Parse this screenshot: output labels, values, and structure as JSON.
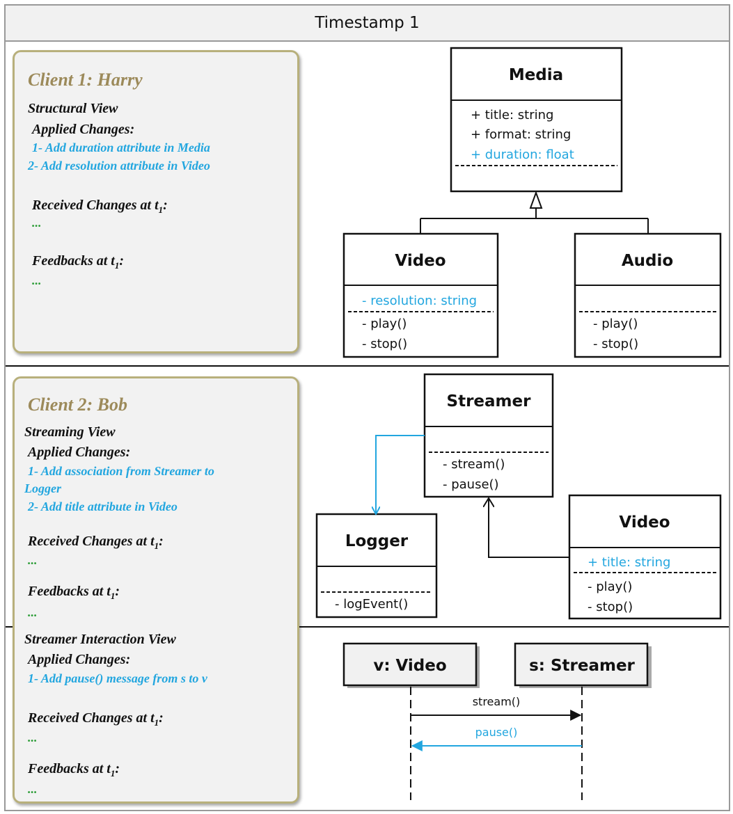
{
  "header": {
    "title": "Timestamp 1"
  },
  "panel1": {
    "client": "Client 1: Harry",
    "view": "Structural View",
    "applied_label": "Applied Changes:",
    "changes": [
      "1- Add duration attribute in Media",
      "2- Add resolution attribute in Video"
    ],
    "received_label": "Received Changes at t",
    "feedback_label": "Feedbacks at t",
    "subscript": "1",
    "colon": ":",
    "dots": "..."
  },
  "panel2": {
    "client": "Client 2: Bob",
    "view": "Streaming View",
    "applied_label": "Applied Changes:",
    "changes": [
      "1- Add association from Streamer to",
      "Logger",
      "2- Add title attribute in Video"
    ],
    "received_label": "Received Changes at t",
    "feedback_label": "Feedbacks at t",
    "subscript": "1",
    "colon": ":",
    "dots": "..."
  },
  "panel3": {
    "view": "Streamer Interaction View",
    "applied_label": "Applied Changes:",
    "changes": [
      "1- Add pause() message from s to v"
    ],
    "received_label": "Received Changes at t",
    "feedback_label": "Feedbacks at t",
    "subscript": "1",
    "colon": ":",
    "dots": "..."
  },
  "class_diagram_1": {
    "media": {
      "name": "Media",
      "attributes": [
        "+ title: string",
        "+ format: string"
      ],
      "new_attributes": [
        "+ duration: float"
      ]
    },
    "video": {
      "name": "Video",
      "new_attributes": [
        "- resolution: string"
      ],
      "operations": [
        "- play()",
        "- stop()"
      ]
    },
    "audio": {
      "name": "Audio",
      "operations": [
        "- play()",
        "- stop()"
      ]
    }
  },
  "class_diagram_2": {
    "streamer": {
      "name": "Streamer",
      "operations": [
        "- stream()",
        "- pause()"
      ]
    },
    "logger": {
      "name": "Logger",
      "operations": [
        "- logEvent()"
      ]
    },
    "video": {
      "name": "Video",
      "new_attributes": [
        "+ title: string"
      ],
      "operations": [
        "- play()",
        "- stop()"
      ]
    }
  },
  "sequence_diagram": {
    "lifelines": [
      "v: Video",
      "s: Streamer"
    ],
    "messages": [
      {
        "label": "stream()",
        "from": "v: Video",
        "to": "s: Streamer",
        "new": false
      },
      {
        "label": "pause()",
        "from": "s: Streamer",
        "to": "v: Video",
        "new": true
      }
    ]
  },
  "colors": {
    "new_element": "#22a6df",
    "client_name": "#9c8a5a",
    "dots": "#2f9e3a",
    "panel_border": "#b8b07c"
  }
}
